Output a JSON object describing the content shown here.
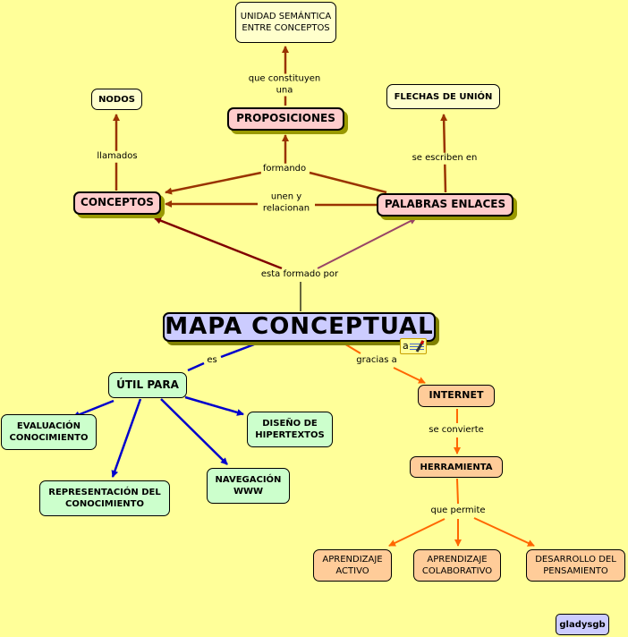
{
  "colors": {
    "background": "#ffff99",
    "link_brown": "#993300",
    "link_dark_red": "#800000",
    "link_purple": "#994466",
    "link_blue": "#0000cc",
    "link_orange": "#ff6600",
    "link_black": "#000000"
  },
  "nodes": {
    "unidad": "UNIDAD SEMÁNTICA ENTRE CONCEPTOS",
    "nodos": "NODOS",
    "proposiciones": "PROPOSICIONES",
    "flechas": "FLECHAS DE UNIÓN",
    "conceptos": "CONCEPTOS",
    "palabras": "PALABRAS ENLACES",
    "mapa": "MAPA CONCEPTUAL",
    "util": "ÚTIL PARA",
    "evaluacion": "EVALUACIÓN CONOCIMIENTO",
    "diseno": "DISEÑO DE HIPERTEXTOS",
    "representacion": "REPRESENTACIÓN DEL CONOCIMIENTO",
    "navegacion": "NAVEGACIÓN WWW",
    "internet": "INTERNET",
    "herramienta": "HERRAMIENTA",
    "activo": "APRENDIZAJE ACTIVO",
    "colaborativo": "APRENDIZAJE COLABORATIVO",
    "desarrollo": "DESARROLLO DEL PENSAMIENTO",
    "signature": "gladysgb"
  },
  "links": {
    "que_constituyen": "que constituyen una",
    "llamados": "llamados",
    "formando": "formando",
    "se_escriben": "se escriben en",
    "unen": "unen y relacionan",
    "esta_formado": "esta formado por",
    "es": "es",
    "gracias": "gracias a",
    "se_convierte": "se convierte",
    "que_permite": "que permite"
  },
  "note_icon": {
    "glyph": "a"
  }
}
